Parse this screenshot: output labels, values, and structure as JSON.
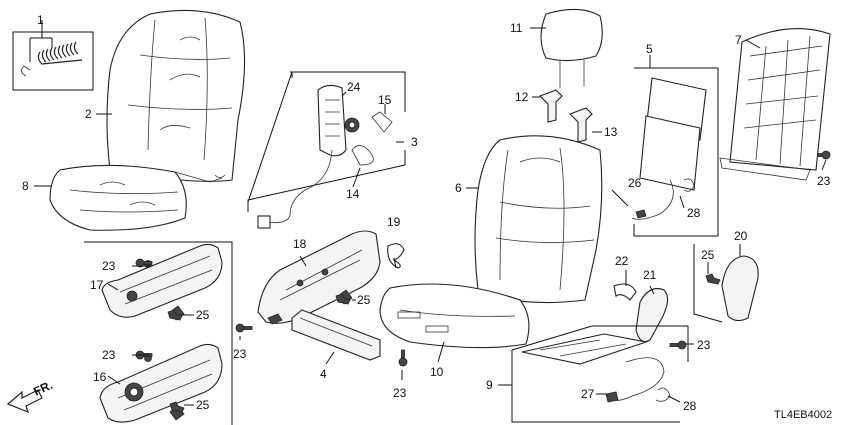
{
  "diagram": {
    "drawing_code": "TL4EB4002",
    "direction_label": "FR.",
    "part_numbers": [
      "1",
      "2",
      "3",
      "4",
      "5",
      "6",
      "7",
      "8",
      "9",
      "10",
      "11",
      "12",
      "13",
      "14",
      "15",
      "16",
      "17",
      "18",
      "19",
      "20",
      "21",
      "22",
      "23",
      "24",
      "25",
      "26",
      "27",
      "28"
    ],
    "colors": {
      "line": "#222222",
      "background": "#ffffff"
    }
  }
}
